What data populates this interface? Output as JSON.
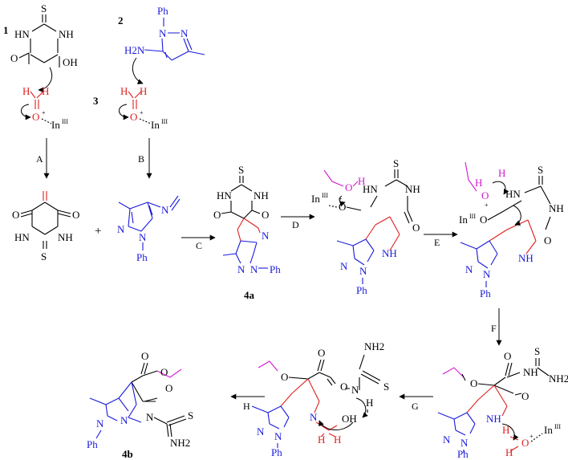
{
  "compound_numbers": {
    "c1": "1",
    "c2": "2",
    "c3": "3",
    "c4a": "4a",
    "c4b": "4b"
  },
  "steps": {
    "A": "A",
    "B": "B",
    "C": "C",
    "D": "D",
    "E": "E",
    "F": "F",
    "G": "G",
    "H": "H"
  },
  "atoms": {
    "S": "S",
    "HN": "HN",
    "NH": "NH",
    "N": "N",
    "O": "O",
    "OH": "OH",
    "H": "H",
    "H2N": "H2N",
    "NH2": "NH2",
    "Ph": "Ph",
    "In": "In",
    "III": "III",
    "plus": "+"
  },
  "colors": {
    "black": "#000000",
    "blue": "#1a1adc",
    "red": "#e01e1e",
    "magenta": "#d11ad1"
  }
}
